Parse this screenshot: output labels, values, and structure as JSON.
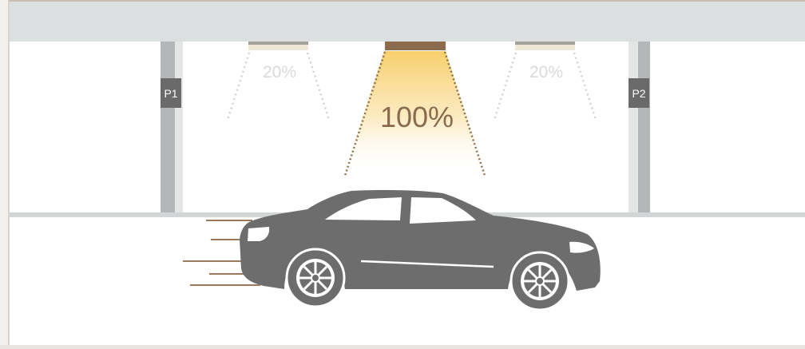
{
  "pillars": [
    {
      "label": "P1"
    },
    {
      "label": "P2"
    }
  ],
  "lights": [
    {
      "level_text": "20%",
      "brightness": 0.2,
      "state": "dim"
    },
    {
      "level_text": "100%",
      "brightness": 1.0,
      "state": "full"
    },
    {
      "level_text": "20%",
      "brightness": 0.2,
      "state": "dim"
    }
  ],
  "colors": {
    "frame_border": "#c8bfb2",
    "ceiling": "#dcdfdf",
    "wall": "#ffffff",
    "floor_line": "#cfd2d2",
    "pillar": "#b4b7b7",
    "pillar_light": "#e2e4e4",
    "label_box": "#6a6a6a",
    "fixture_dim": "#eae3d2",
    "fixture_full": "#8c6c4c",
    "beam_warm": "#f7d57e",
    "dim_text": "#dadada",
    "full_text": "#8a6a4e",
    "car": "#6d6d6d",
    "motion_lines": "#9b7a5b"
  },
  "icons": [
    "car-icon",
    "speed-lines-icon",
    "light-fixture-icon",
    "light-beam-icon"
  ]
}
